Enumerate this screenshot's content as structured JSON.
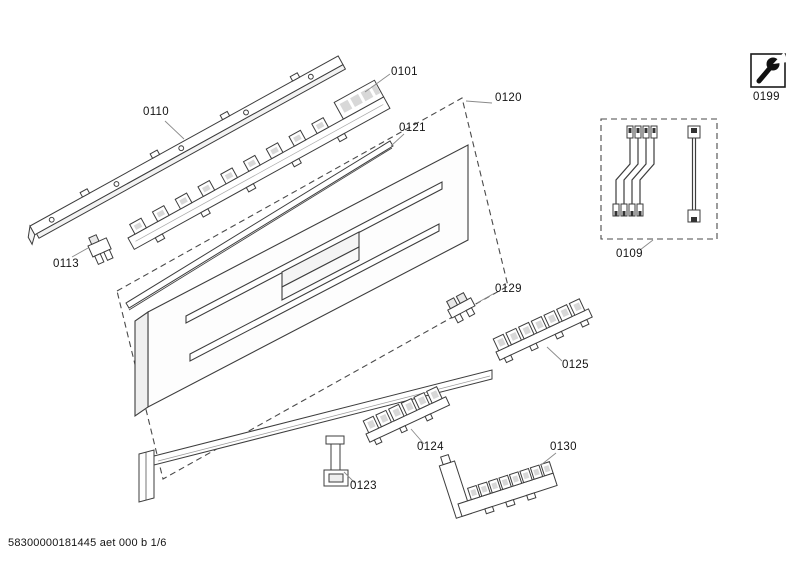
{
  "diagram": {
    "type": "exploded-parts-view",
    "background": "#ffffff",
    "line_color": "#3d3d3d",
    "dash_color": "#4a4a4a"
  },
  "parts": [
    {
      "id": "0101"
    },
    {
      "id": "0110"
    },
    {
      "id": "0113"
    },
    {
      "id": "0120"
    },
    {
      "id": "0121"
    },
    {
      "id": "0129"
    },
    {
      "id": "0125"
    },
    {
      "id": "0124"
    },
    {
      "id": "0123"
    },
    {
      "id": "0130"
    },
    {
      "id": "0109"
    },
    {
      "id": "0199"
    }
  ],
  "icons": {
    "service": "wrench-icon"
  },
  "footer": {
    "doc_ref": "58300000181445 aet 000 b 1/6"
  }
}
